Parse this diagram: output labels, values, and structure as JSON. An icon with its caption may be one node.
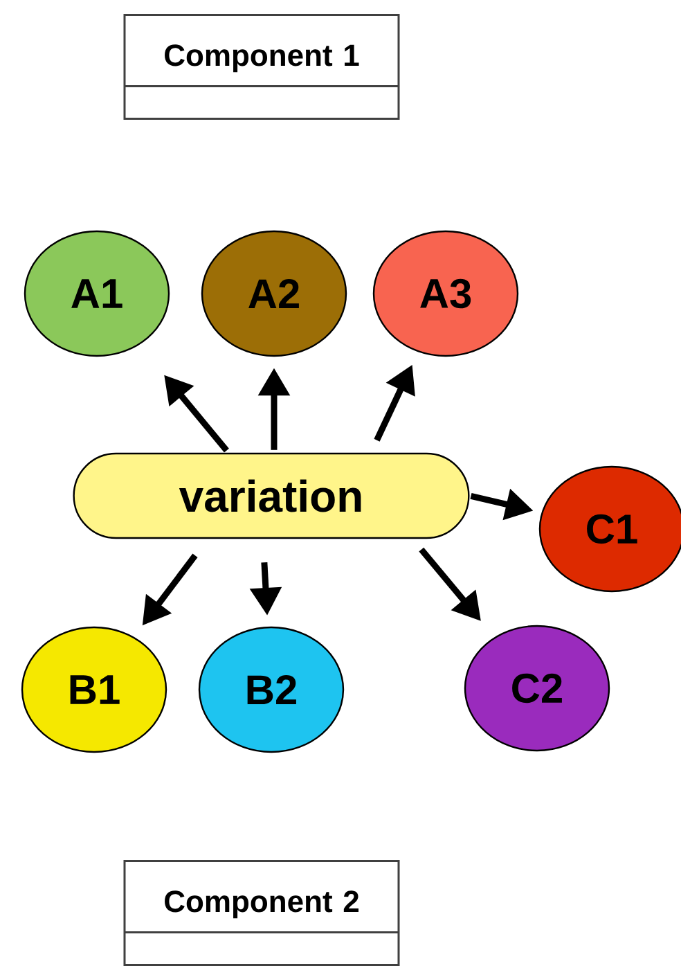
{
  "diagram": {
    "nodes": [
      {
        "text": [
          "Component 1"
        ]
      },
      {
        "text": [
          "variation"
        ]
      },
      {
        "text": [
          "A1"
        ]
      },
      {
        "text": [
          "A2"
        ]
      },
      {
        "text": [
          "A3"
        ]
      },
      {
        "text": [
          "C1"
        ]
      },
      {
        "text": [
          "B1"
        ]
      },
      {
        "text": [
          "B2"
        ]
      },
      {
        "text": [
          "C2"
        ]
      },
      {
        "text": [
          "Component 2"
        ]
      }
    ],
    "edges": [
      {
        "from": 1,
        "to": 2,
        "arrow": "to"
      },
      {
        "from": 1,
        "to": 3,
        "arrow": "to"
      },
      {
        "from": 1,
        "to": 4,
        "arrow": "to"
      },
      {
        "from": 1,
        "to": 5,
        "arrow": "to"
      },
      {
        "from": 1,
        "to": 6,
        "arrow": "to"
      },
      {
        "from": 1,
        "to": 7,
        "arrow": "to"
      },
      {
        "from": 1,
        "to": 8,
        "arrow": "to"
      }
    ]
  }
}
